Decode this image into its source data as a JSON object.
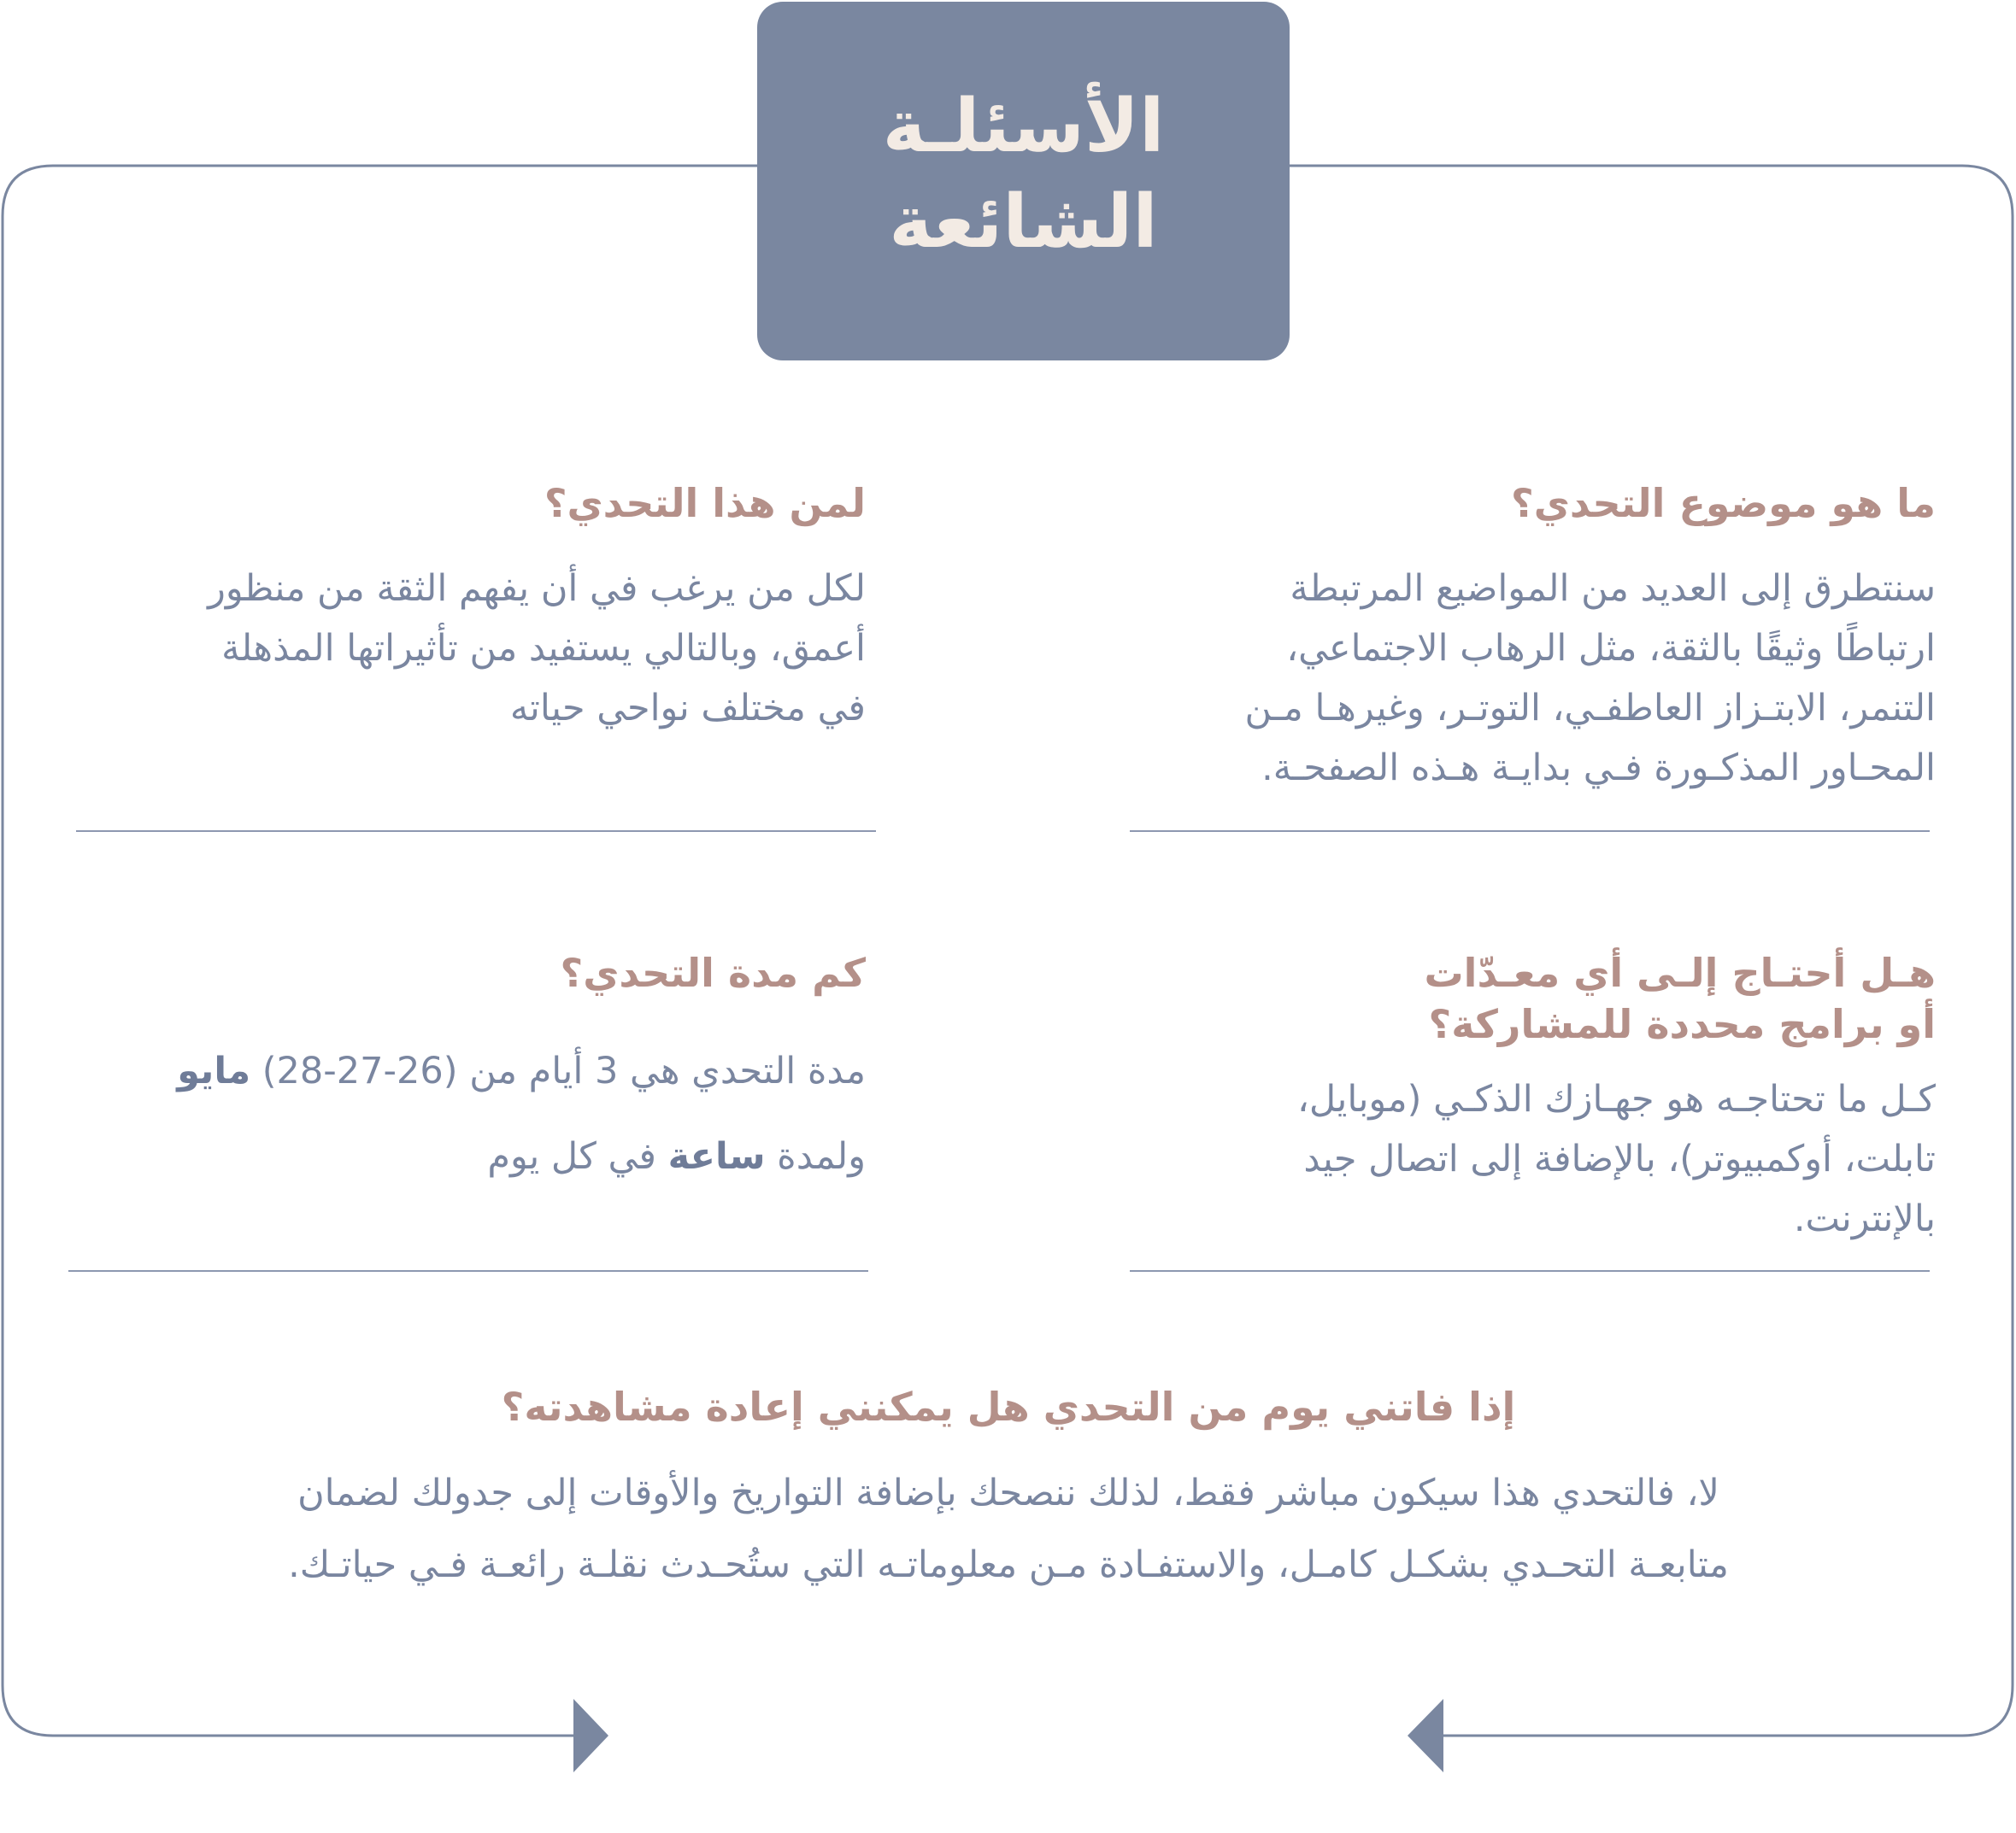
{
  "header": {
    "title_line1": "الأسئلـة",
    "title_line2": "الشائعة"
  },
  "faq": {
    "q1": {
      "question": "ما هو موضوع التحدي؟",
      "lines": [
        "سنتطرق إلى العديد من المواضيع المرتبطة",
        "ارتباطًا وثيقًا بالثقة، مثل الرهاب الاجتماعي،",
        "التنمر، الابتـزاز العاطفـي، التوتـر، وغيرهـا مـن",
        "المحـاور المذكـورة فـي بدايـة هـذه الصفحـة."
      ]
    },
    "q2": {
      "question": "لمن هذا التحدي؟",
      "lines": [
        "لكل من يرغب في أن يفهم الثقة من منظور",
        "أعمق، وبالتالي يستفيد من تأثيراتها المذهلة",
        "في مختلف نواحي حياته"
      ]
    },
    "q3": {
      "question_line1": "هـل أحتـاج إلـى أي معـدّات",
      "question_line2": "أو برامج محددة للمشاركة؟",
      "lines": [
        "كـل ما تحتاجـه هو جهـازك الذكـي (موبايل،",
        "تابلت، أوكمبيوتر)، بالإضافة إلى اتصال جيد",
        "بالإنترنت."
      ]
    },
    "q4": {
      "question": "كم مدة التحدي؟",
      "line1_text": "مدة التحدي هي 3 أيام من ",
      "line1_dates": "(26-27-28)",
      "line1_month": "مايو",
      "line2_prefix": "ولمدة ",
      "line2_bold": "ساعة",
      "line2_suffix": " في كل يوم"
    },
    "q5": {
      "question": "إذا فاتني يوم من التحدي هل يمكنني إعادة مشاهدته؟",
      "lines": [
        "لا، فالتحدي هذا سيكون مباشر فقط، لذلك ننصحك بإضافة التواريخ والأوقات إلى جدولك لضمان",
        "متابعـة التحـدي بشكـل كامـل، والاستفـادة مـن معلوماتـه التي ستُحـدث نقلـة رائعـة فـي حياتـك."
      ]
    }
  },
  "colors": {
    "frame": "#7a87a0",
    "title_bg": "#7a87a0",
    "title_text": "#f3ebe4",
    "question": "#b49089",
    "body": "#7a86a0"
  },
  "icons": {
    "left_arrow": "arrow-right-head-icon",
    "right_arrow": "arrow-left-head-icon"
  }
}
